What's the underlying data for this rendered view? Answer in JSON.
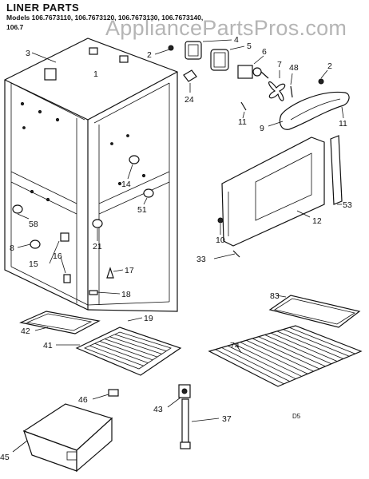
{
  "diagram": {
    "title": "LINER PARTS",
    "models_line1": "Models 106.7673110, 106.7673120, 106.7673130, 106.7673140,",
    "models_line2": "106.7",
    "watermark": "AppliancePartsPros.com",
    "code": "D5",
    "callouts": [
      {
        "id": "c3",
        "text": "3"
      },
      {
        "id": "c1",
        "text": "1"
      },
      {
        "id": "c2a",
        "text": "2"
      },
      {
        "id": "c4",
        "text": "4"
      },
      {
        "id": "c5",
        "text": "5"
      },
      {
        "id": "c6",
        "text": "6"
      },
      {
        "id": "c7",
        "text": "7"
      },
      {
        "id": "c48",
        "text": "48"
      },
      {
        "id": "c2b",
        "text": "2"
      },
      {
        "id": "c24",
        "text": "24"
      },
      {
        "id": "c11a",
        "text": "11"
      },
      {
        "id": "c11b",
        "text": "11"
      },
      {
        "id": "c9",
        "text": "9"
      },
      {
        "id": "c14",
        "text": "14"
      },
      {
        "id": "c51",
        "text": "51"
      },
      {
        "id": "c53",
        "text": "53"
      },
      {
        "id": "c12",
        "text": "12"
      },
      {
        "id": "c58",
        "text": "58"
      },
      {
        "id": "c10",
        "text": "10"
      },
      {
        "id": "c21",
        "text": "21"
      },
      {
        "id": "c8",
        "text": "8"
      },
      {
        "id": "c16",
        "text": "16"
      },
      {
        "id": "c15",
        "text": "15"
      },
      {
        "id": "c33",
        "text": "33"
      },
      {
        "id": "c17",
        "text": "17"
      },
      {
        "id": "c18",
        "text": "18"
      },
      {
        "id": "c19",
        "text": "19"
      },
      {
        "id": "c83",
        "text": "83"
      },
      {
        "id": "c42",
        "text": "42"
      },
      {
        "id": "c41",
        "text": "41"
      },
      {
        "id": "c74",
        "text": "74"
      },
      {
        "id": "c46",
        "text": "46"
      },
      {
        "id": "c43",
        "text": "43"
      },
      {
        "id": "c37",
        "text": "37"
      },
      {
        "id": "c45",
        "text": "45"
      }
    ]
  }
}
